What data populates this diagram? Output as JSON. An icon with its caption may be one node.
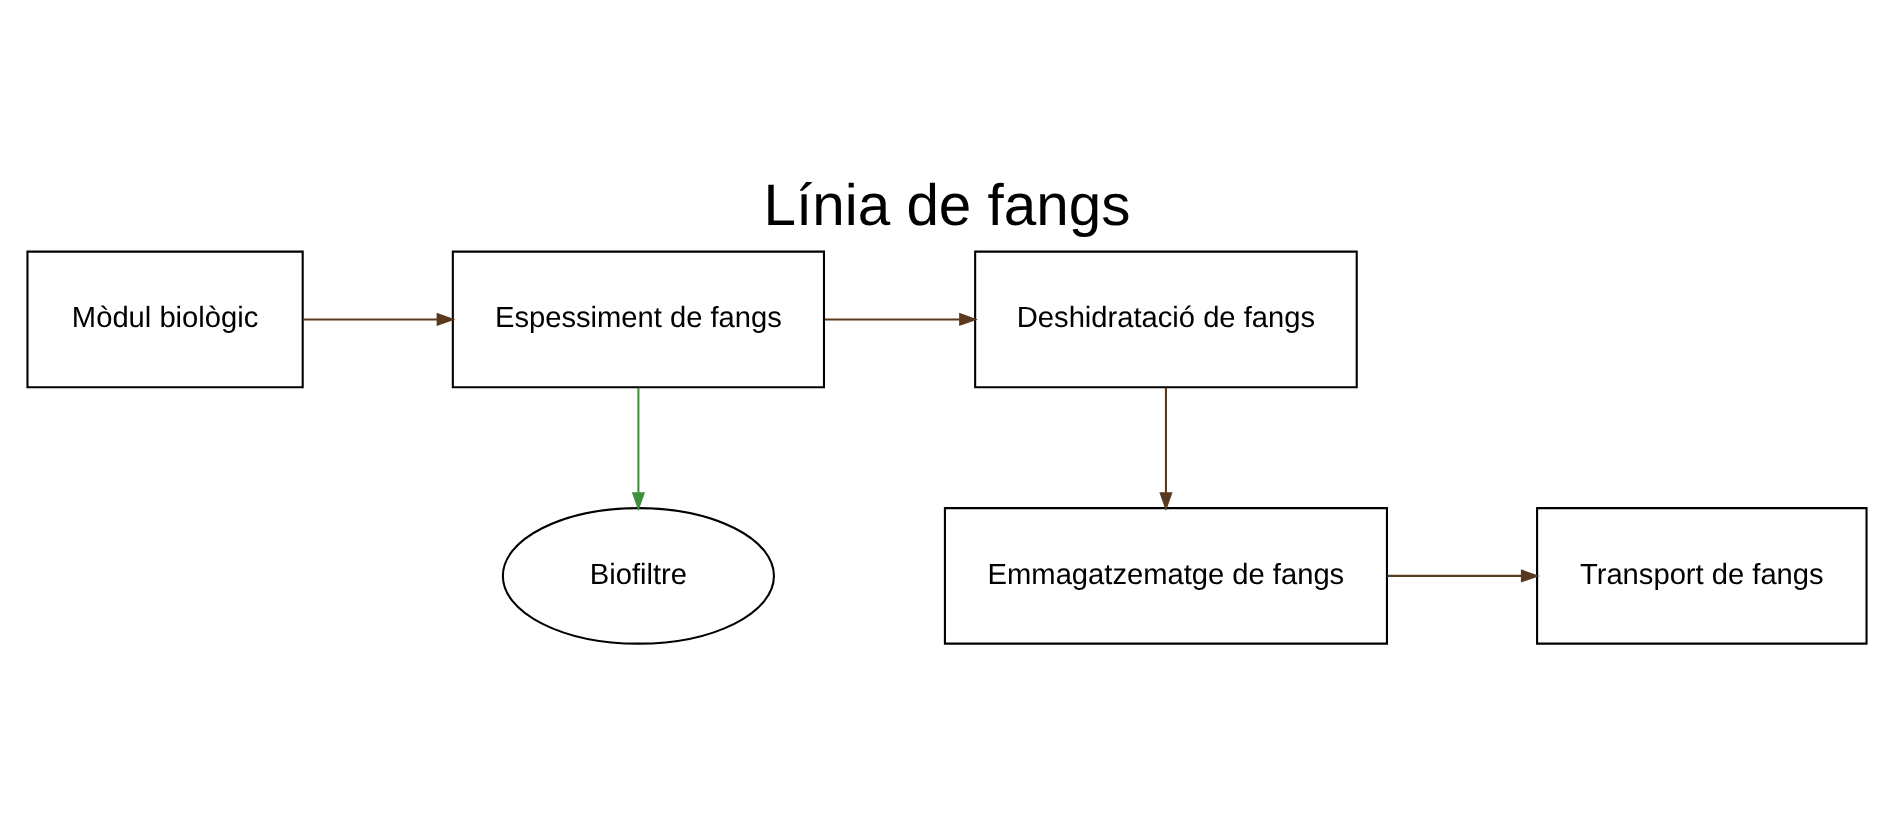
{
  "diagram": {
    "title": "Línia de fangs",
    "nodes": [
      {
        "text": [
          "Mòdul biològic"
        ]
      },
      {
        "text": [
          "Espessiment de fangs"
        ]
      },
      {
        "text": [
          "Deshidratació de fangs"
        ]
      },
      {
        "text": [
          "Biofiltre"
        ]
      },
      {
        "text": [
          "Transport de fangs"
        ]
      },
      {
        "text": [
          "Emmagatzematge de fangs"
        ]
      }
    ],
    "edges": [
      {
        "from": 0,
        "to": 1,
        "arrow": "to"
      },
      {
        "from": 1,
        "to": 2,
        "arrow": "to"
      },
      {
        "from": 1,
        "to": 3,
        "arrow": "to",
        "color": "#3f8f3f"
      },
      {
        "from": 2,
        "to": 5,
        "arrow": "to"
      },
      {
        "from": 5,
        "to": 4,
        "arrow": "to"
      }
    ]
  }
}
